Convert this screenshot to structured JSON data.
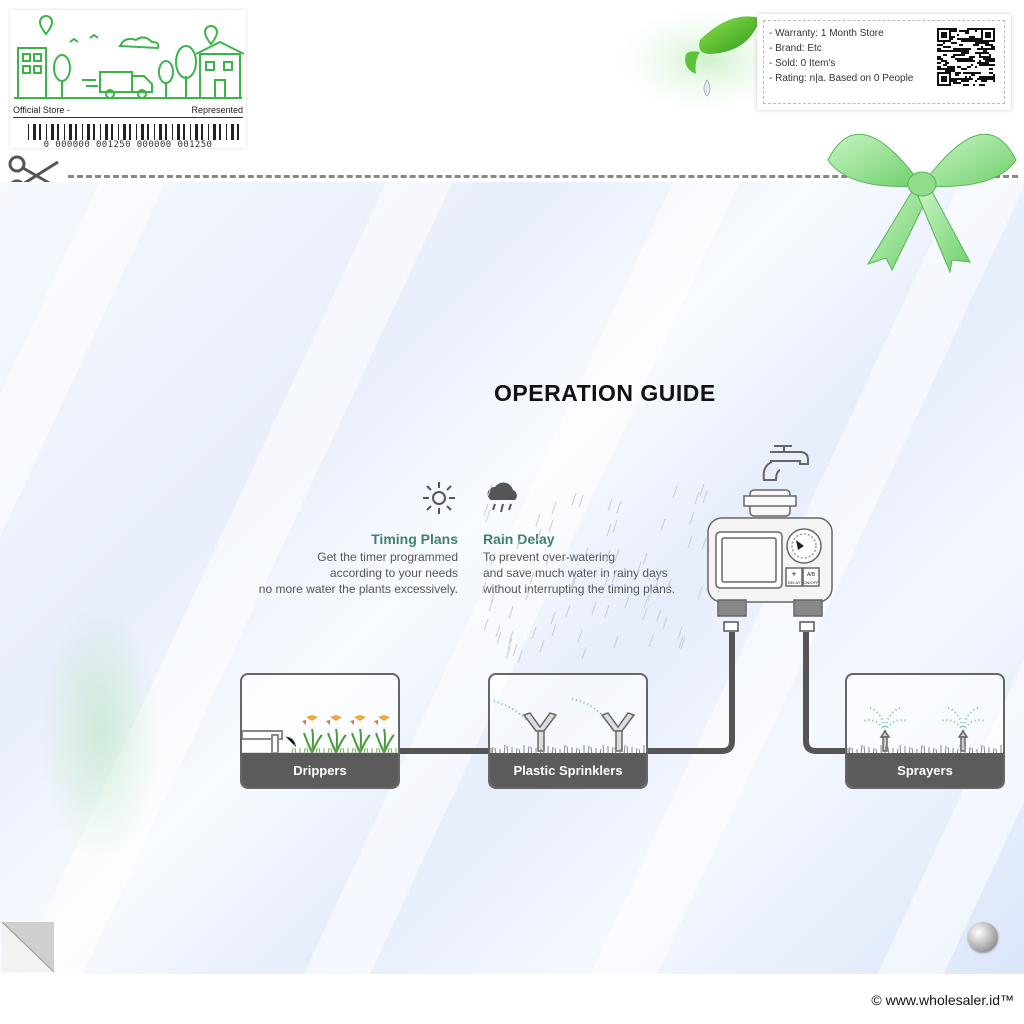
{
  "store": {
    "official_label": "Official Store -",
    "represented_label": "Represented",
    "barcode_number": "0 000000 001250 000000 001250"
  },
  "info": {
    "warranty": "- Warranty: 1 Month Store",
    "brand": "- Brand: Etc",
    "sold": "- Sold: 0 Item's",
    "rating": "- Rating: n|a. Based on 0 People"
  },
  "guide": {
    "title": "OPERATION GUIDE",
    "timing_heading": "Timing Plans",
    "timing_lines": [
      "Get the timer programmed",
      "according to your needs",
      "no more water the plants excessively."
    ],
    "rain_heading": "Rain Delay",
    "rain_lines": [
      "To prevent over-watering",
      "and save much water in rainy days",
      "without interrupting the timing plans."
    ]
  },
  "boxes": {
    "drippers": "Drippers",
    "sprinklers": "Plastic Sprinklers",
    "sprayers": "Sprayers"
  },
  "timer_buttons": {
    "plus": "+",
    "ab": "A/B",
    "delay": "DELAY",
    "onoff": "ON/OFF"
  },
  "icons": {
    "scissors": "scissors-icon",
    "sun": "sun-icon",
    "rain": "rain-cloud-icon",
    "faucet": "faucet-icon",
    "bow": "ribbon-bow-icon",
    "leaf": "leaf-icon",
    "qr": "qr-code-icon"
  },
  "colors": {
    "accent_green": "#3f7f6e",
    "box_label_bg": "#5b5b5b",
    "hose": "#555555"
  },
  "footer": {
    "copyright": "© www.wholesaler.id™"
  }
}
